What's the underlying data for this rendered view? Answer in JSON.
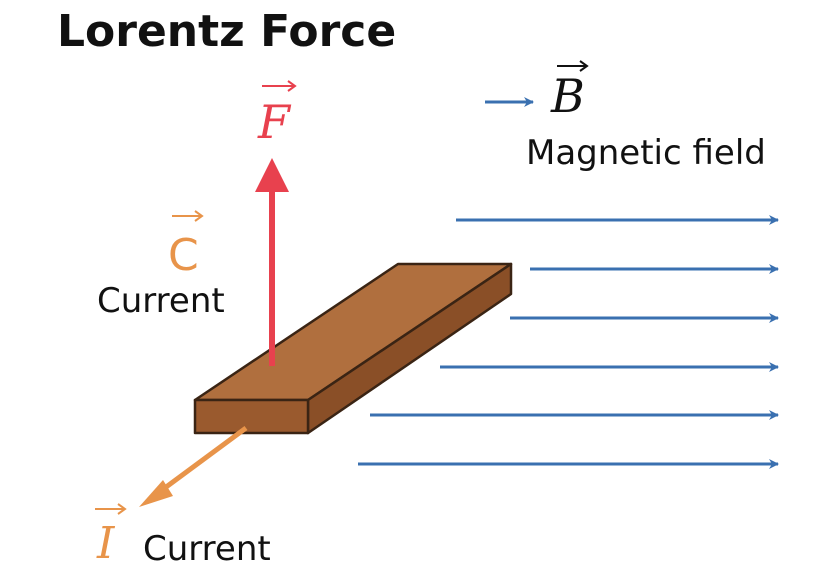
{
  "title": "Lorentz Force",
  "force": {
    "symbol": "F",
    "color": "#e8414e"
  },
  "field": {
    "symbol": "B",
    "label": "Magnetic field",
    "color": "#3a70b0",
    "line_count": 6
  },
  "current_upper": {
    "symbol": "C",
    "label": "Current",
    "color": "#e8944a"
  },
  "current_lower": {
    "symbol": "I",
    "label": "Current",
    "color": "#e8944a"
  },
  "conductor": {
    "top_color": "#b06f3e",
    "front_color": "#9a5a2e",
    "side_color": "#8a4f27",
    "edge_color": "#3a2414"
  },
  "text_color": "#111111"
}
